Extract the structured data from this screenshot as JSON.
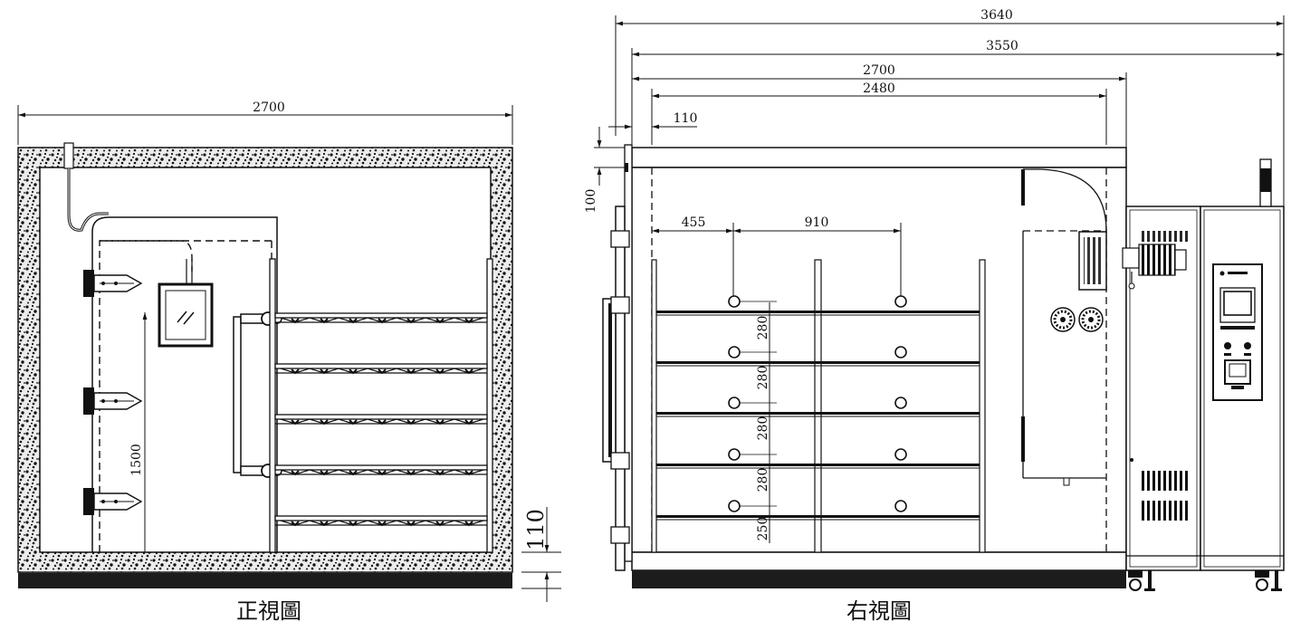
{
  "front_view": {
    "caption": "正視圖",
    "dim_width": "2700",
    "dim_height": "1500",
    "dim_base": "110"
  },
  "right_view": {
    "caption": "右視圖",
    "dim_total": "3640",
    "dim_body": "3550",
    "dim_chamber": "2700",
    "dim_inner": "2480",
    "dim_door": "110",
    "dim_top": "100",
    "dim_col1": "455",
    "dim_col2": "910",
    "shelf_pitch": [
      "280",
      "280",
      "280",
      "280",
      "250"
    ]
  },
  "colors": {
    "line": "#111111",
    "insulation_bg": "#e9e9e9",
    "base": "#1c1c1c"
  }
}
